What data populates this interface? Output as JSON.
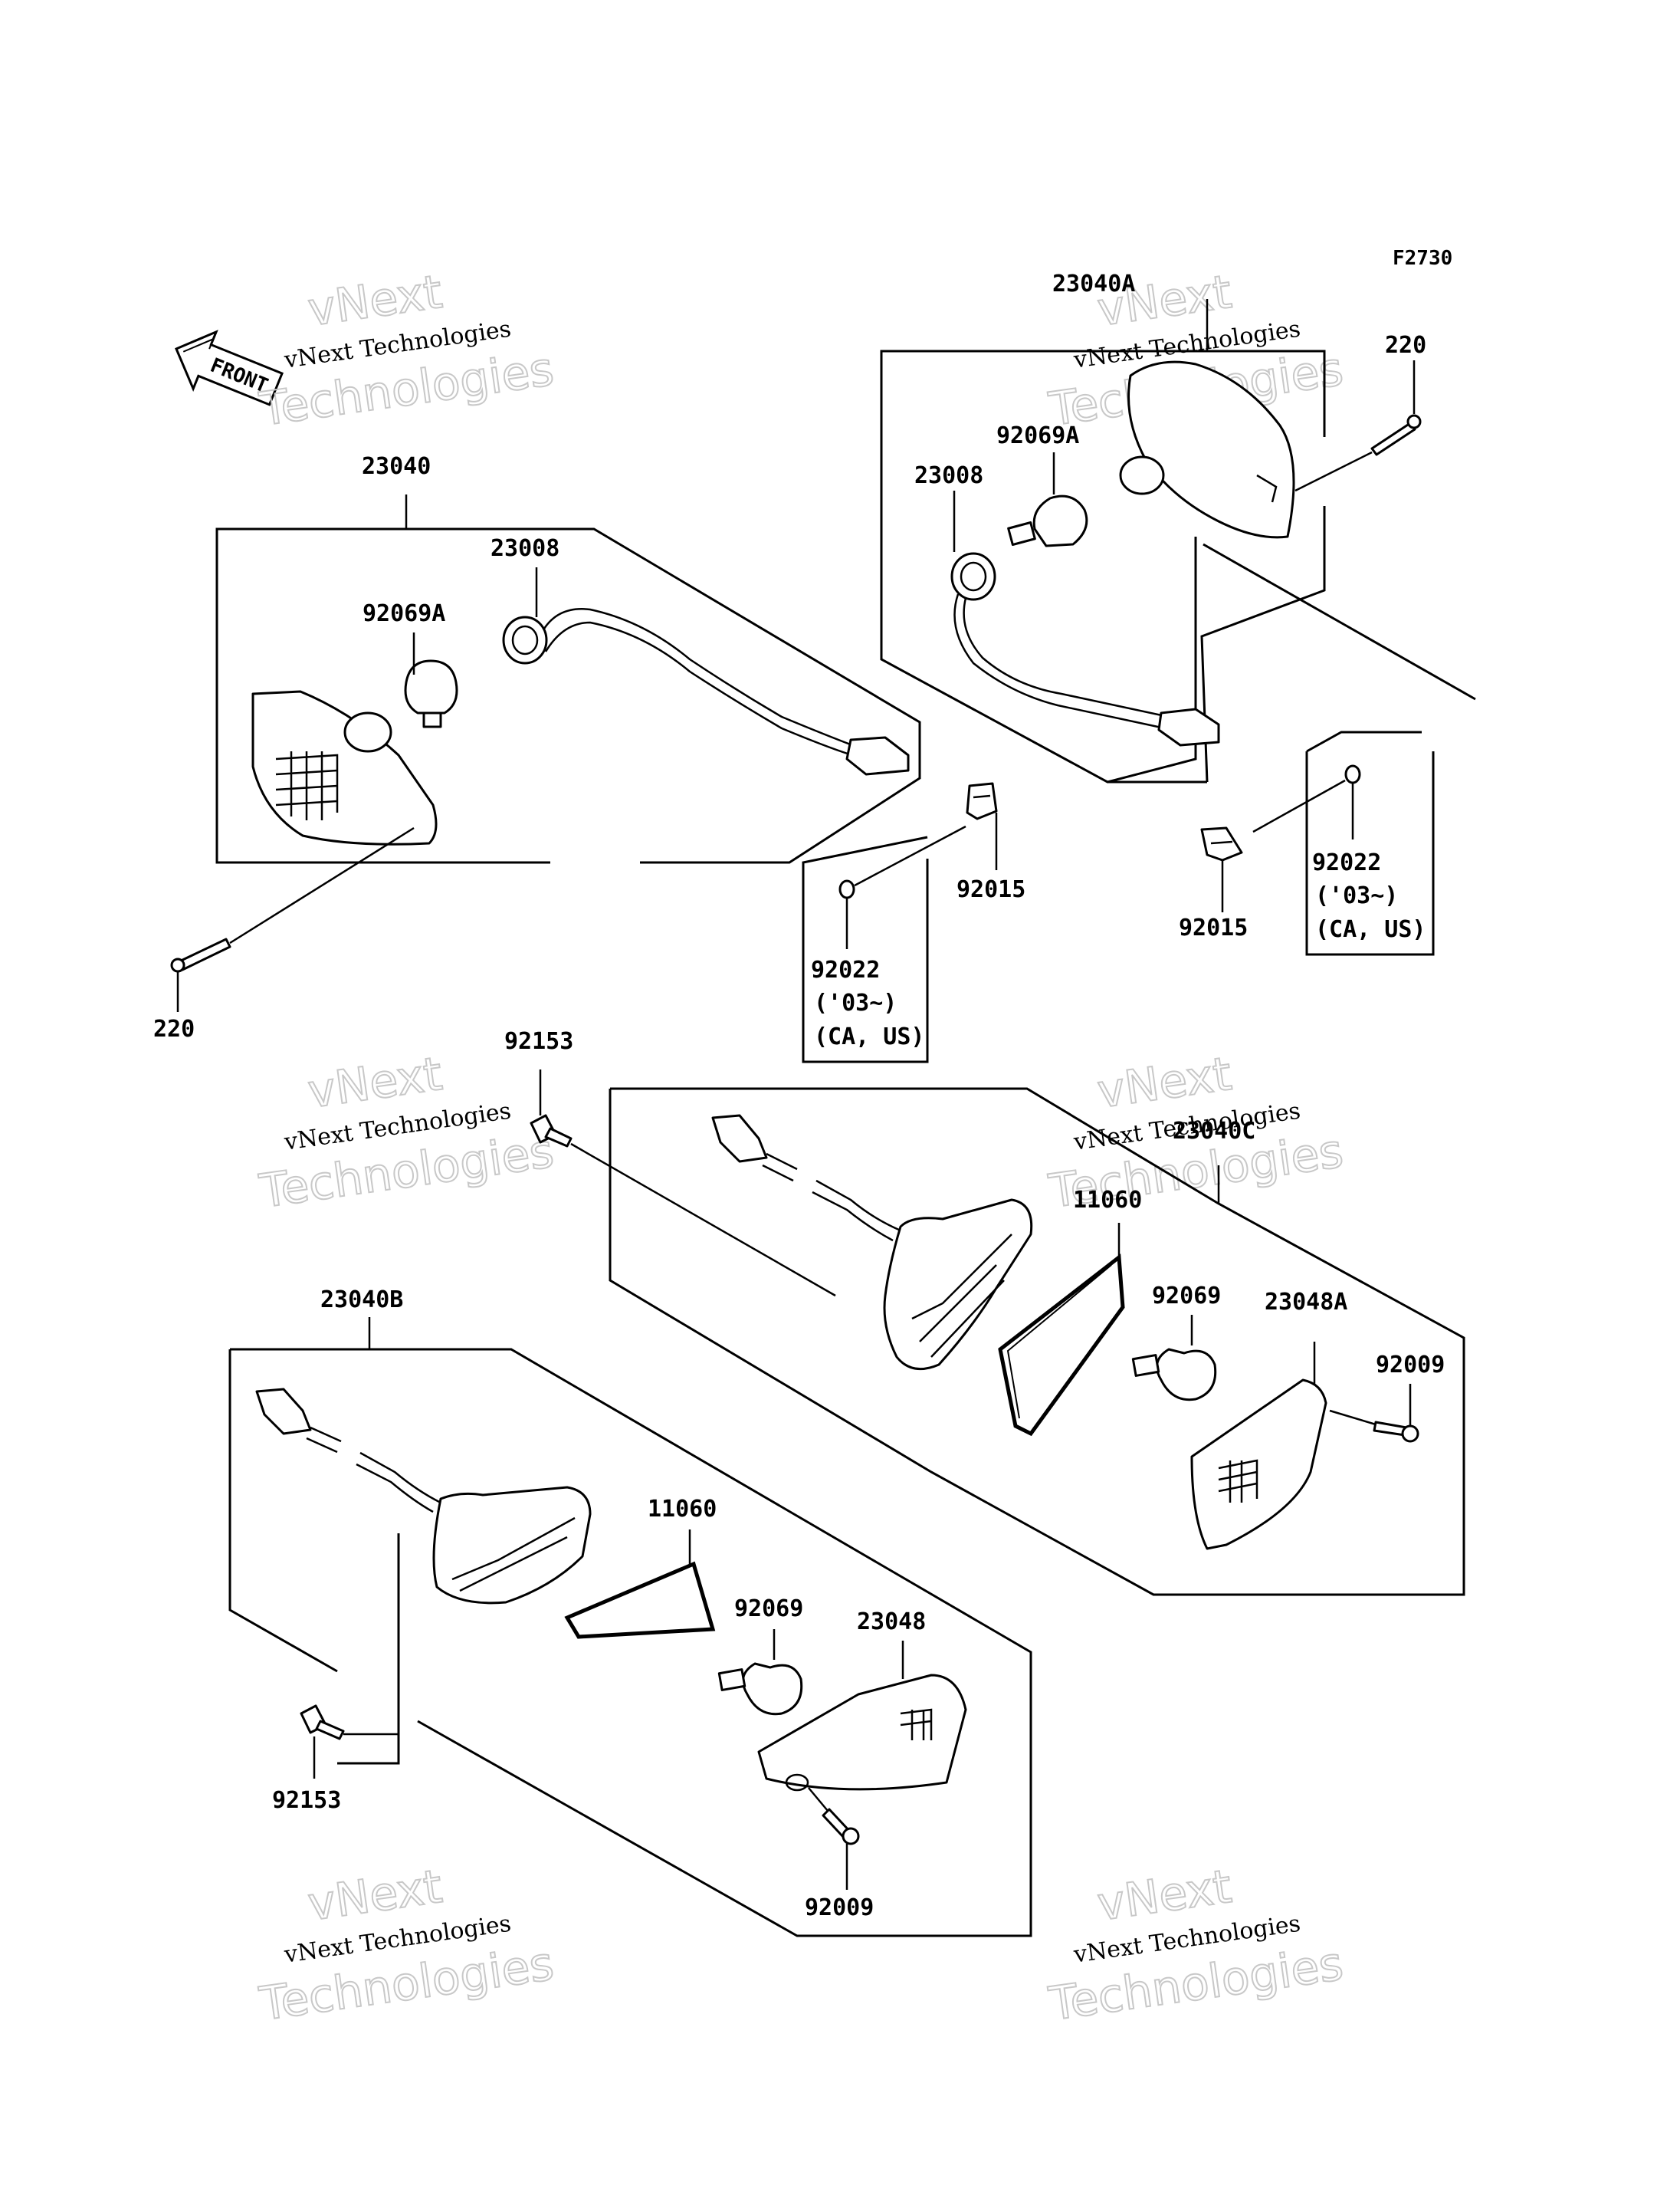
{
  "diagram_code": "F2730",
  "front_arrow_label": "FRONT",
  "watermark": {
    "line1": "vNext Technologies",
    "line2": "vNext",
    "line3": "Technologies"
  },
  "labels": {
    "a_23040": "23040",
    "a_23008": "23008",
    "a_92069A": "92069A",
    "a_220": "220",
    "a_92015": "92015",
    "a_92022": "92022",
    "a_92022_year": "('03~)",
    "a_92022_market": "(CA, US)",
    "b_23040A": "23040A",
    "b_220": "220",
    "b_92069A": "92069A",
    "b_23008": "23008",
    "b_92015": "92015",
    "b_92022": "92022",
    "b_92022_year": "('03~)",
    "b_92022_market": "(CA, US)",
    "c_92153": "92153",
    "c_23040C": "23040C",
    "c_11060": "11060",
    "c_92069": "92069",
    "c_23048A": "23048A",
    "c_92009": "92009",
    "d_23040B": "23040B",
    "d_11060": "11060",
    "d_92069": "92069",
    "d_23048": "23048",
    "d_92153": "92153",
    "d_92009": "92009"
  }
}
